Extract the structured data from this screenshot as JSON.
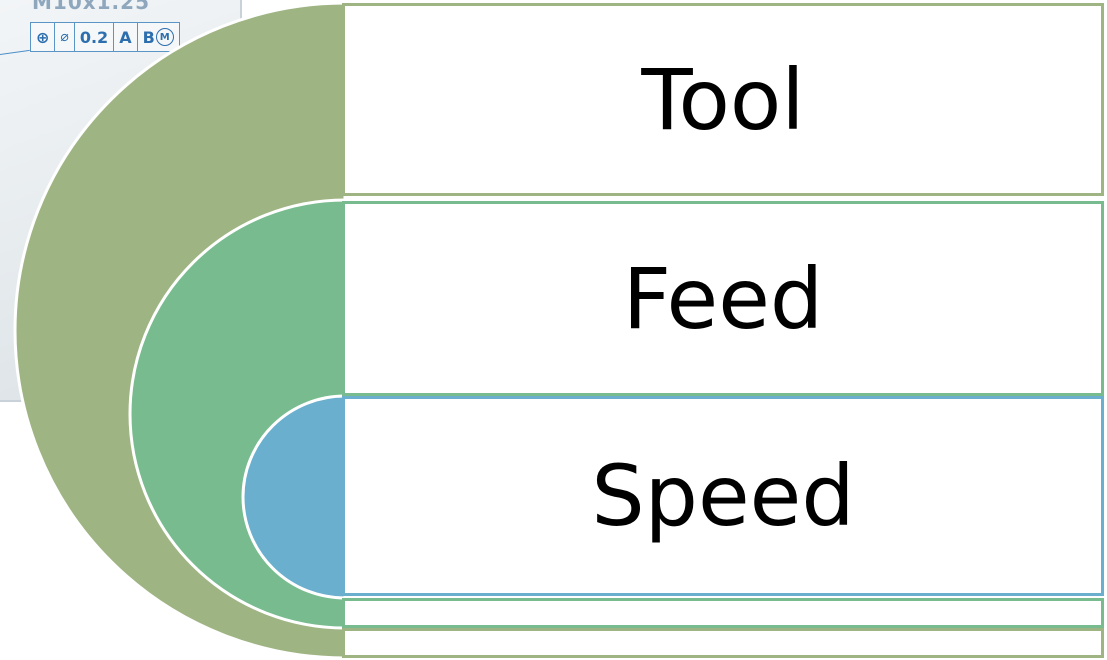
{
  "background_drawing": {
    "title_fragment": "M10x1.25",
    "frame_cells": [
      "⊕",
      "⌀",
      "0.2",
      "A",
      "B",
      "M"
    ]
  },
  "diagram": {
    "layers": [
      {
        "label": "Tool",
        "color": "#9fb483"
      },
      {
        "label": "Feed",
        "color": "#77bb8e"
      },
      {
        "label": "Speed",
        "color": "#6aafcd"
      }
    ]
  }
}
